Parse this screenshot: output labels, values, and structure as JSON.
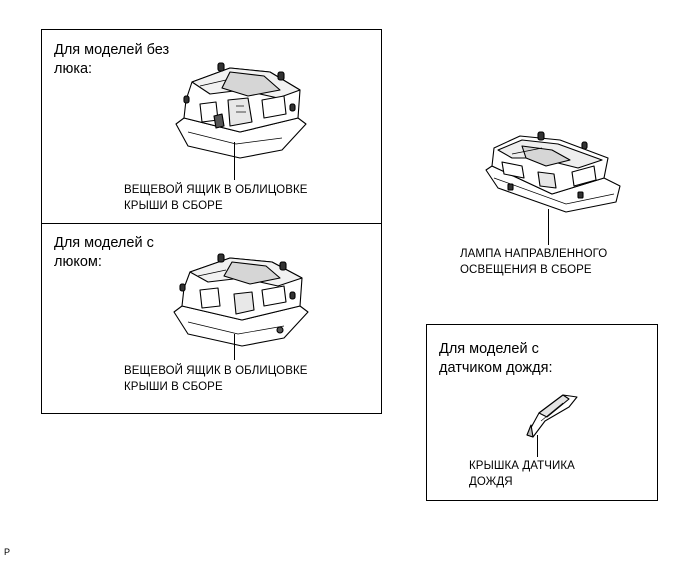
{
  "panels": {
    "no_sunroof": {
      "heading_line1": "Для моделей без",
      "heading_line2": "люка:",
      "part_line1": "ВЕЩЕВОЙ ЯЩИК В ОБЛИЦОВКЕ",
      "part_line2": "КРЫШИ В СБОРЕ",
      "icon": "roof-console-box-icon"
    },
    "with_sunroof": {
      "heading_line1": "Для моделей с",
      "heading_line2": "люком:",
      "part_line1": "ВЕЩЕВОЙ ЯЩИК В ОБЛИЦОВКЕ",
      "part_line2": "КРЫШИ В СБОРЕ",
      "icon": "roof-console-box-sunroof-icon"
    },
    "map_lamp": {
      "part_line1": "ЛАМПА НАПРАВЛЕННОГО",
      "part_line2": "ОСВЕЩЕНИЯ В СБОРЕ",
      "icon": "map-lamp-assembly-icon"
    },
    "rain_sensor": {
      "heading_line1": "Для моделей с",
      "heading_line2": "датчиком дождя:",
      "part_line1": "КРЫШКА ДАТЧИКА",
      "part_line2": "ДОЖДЯ",
      "icon": "rain-sensor-cover-icon"
    }
  },
  "footer": {
    "mark": "P"
  }
}
